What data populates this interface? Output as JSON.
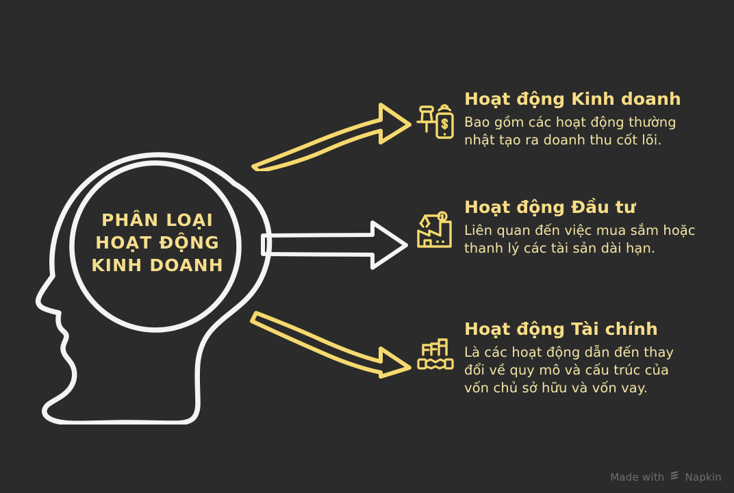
{
  "canvas": {
    "background_color": "#2b2b2b",
    "accent_yellow": "#f7dd86",
    "body_yellow": "#f2e4a4",
    "white": "#f4f4f4"
  },
  "center": {
    "graphic_name": "head-brain-outline",
    "lines": [
      "PHÂN LOẠI",
      "HOẠT ĐỘNG",
      "KINH DOANH"
    ]
  },
  "arrows": [
    {
      "name": "arrow-to-kinh-doanh",
      "color": "#f6d96e",
      "style": "curved-up"
    },
    {
      "name": "arrow-to-dau-tu",
      "color": "#f4f4f4",
      "style": "straight"
    },
    {
      "name": "arrow-to-tai-chinh",
      "color": "#f6d96e",
      "style": "curved-down"
    }
  ],
  "sections": [
    {
      "icon": "pos-terminal-mobile-payment-icon",
      "title": "Hoạt động Kinh doanh",
      "body_lines": [
        "Bao gồm các hoạt động thường",
        "nhật tạo ra doanh thu cốt lõi."
      ]
    },
    {
      "icon": "factory-crane-icon",
      "title": "Hoạt động Đầu tư",
      "body_lines": [
        "Liên quan đến việc mua sắm hoặc",
        "thanh lý các tài sản dài hạn."
      ]
    },
    {
      "icon": "handshake-buildings-icon",
      "title": "Hoạt động Tài chính",
      "body_lines": [
        "Là các hoạt động dẫn đến thay",
        "đổi về quy mô và cấu trúc của",
        "vốn chủ sở hữu và vốn vay."
      ]
    }
  ],
  "watermark": {
    "prefix": "Made with",
    "brand": "Napkin"
  }
}
